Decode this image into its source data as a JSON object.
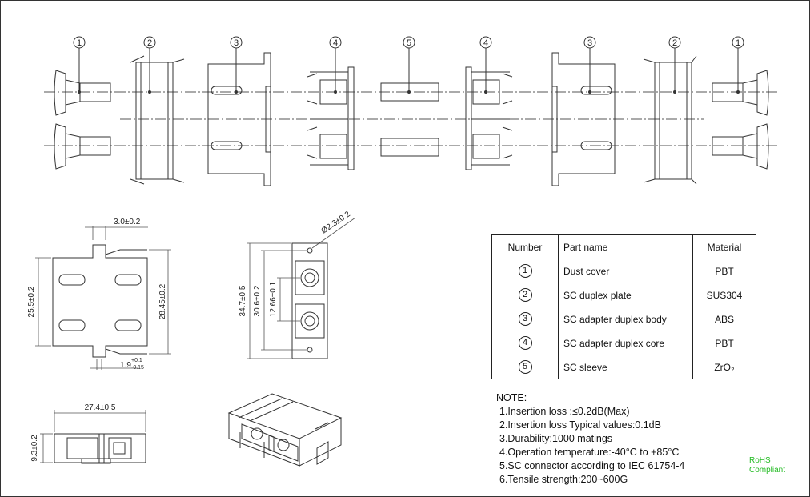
{
  "callouts": [
    "1",
    "2",
    "3",
    "4",
    "5",
    "4",
    "3",
    "2",
    "1"
  ],
  "dimensions": {
    "flange_width": "3.0±0.2",
    "body_height": "25.5±0.2",
    "overall_height": "28.45±0.2",
    "core_offset_main": "1.9",
    "core_offset_tol_plus": "+0.1",
    "core_offset_tol_minus": "-0.15",
    "hole_diameter": "Ø2.3±0.2",
    "plate_length": "34.7±0.5",
    "hole_span": "30.6±0.2",
    "port_pitch": "12.66±0.1",
    "body_length": "27.4±0.5",
    "body_thickness": "9.3±0.2"
  },
  "table": {
    "headers": [
      "Number",
      "Part name",
      "Material"
    ],
    "rows": [
      {
        "number": "1",
        "name": "Dust cover",
        "material": "PBT"
      },
      {
        "number": "2",
        "name": "SC duplex plate",
        "material": "SUS304"
      },
      {
        "number": "3",
        "name": "SC adapter duplex body",
        "material": "ABS"
      },
      {
        "number": "4",
        "name": "SC adapter duplex core",
        "material": "PBT"
      },
      {
        "number": "5",
        "name": "SC sleeve",
        "material": "ZrO₂"
      }
    ]
  },
  "notes": {
    "title": "NOTE:",
    "items": [
      "1.Insertion loss :≤0.2dB(Max)",
      "2.Insertion loss Typical values:0.1dB",
      "3.Durability:1000 matings",
      "4.Operation temperature:-40°C to +85°C",
      "5.SC connector according to IEC 61754-4",
      "6.Tensile strength:200~600G"
    ]
  },
  "rohs": {
    "line1": "RoHS",
    "line2": "Compliant"
  },
  "colors": {
    "line": "#333333",
    "rohs": "#22bb22"
  }
}
